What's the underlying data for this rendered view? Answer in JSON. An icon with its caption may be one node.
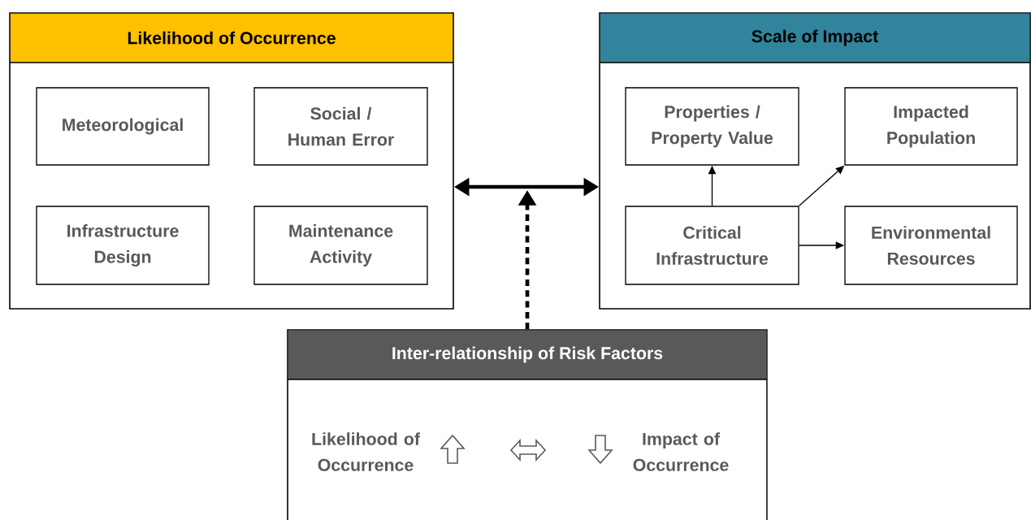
{
  "diagram": {
    "nodes": [
      {
        "text": [
          "Likelihood of Occurrence"
        ]
      },
      {
        "text": [
          "Meteorological"
        ],
        "in": 0
      },
      {
        "text": [
          "Social / Human Error"
        ],
        "in": 0
      },
      {
        "text": [
          "Infrastructure Design"
        ],
        "in": 0
      },
      {
        "text": [
          "Maintenance Activity"
        ],
        "in": 0
      },
      {
        "text": [
          "Scale of Impact"
        ]
      },
      {
        "text": [
          "Properties / Property Value"
        ],
        "in": 5
      },
      {
        "text": [
          "Impacted Population"
        ],
        "in": 5
      },
      {
        "text": [
          "Critical Infrastructure"
        ],
        "in": 5
      },
      {
        "text": [
          "Environmental Resources"
        ],
        "in": 5
      },
      {
        "text": [
          "Inter-relationship of Risk Factors"
        ]
      }
    ],
    "edges": [
      {
        "from": 0,
        "to": 5,
        "arrow": "both",
        "style": "thick"
      },
      {
        "from": 10,
        "to": null,
        "arrow": "to",
        "style": "dashed"
      },
      {
        "from": 8,
        "to": 6,
        "arrow": "to"
      },
      {
        "from": 8,
        "to": 7,
        "arrow": "to"
      },
      {
        "from": 8,
        "to": 9,
        "arrow": "to"
      }
    ],
    "labels": [
      "Likelihood of Occurrence",
      "Impact of Occurrence"
    ]
  }
}
